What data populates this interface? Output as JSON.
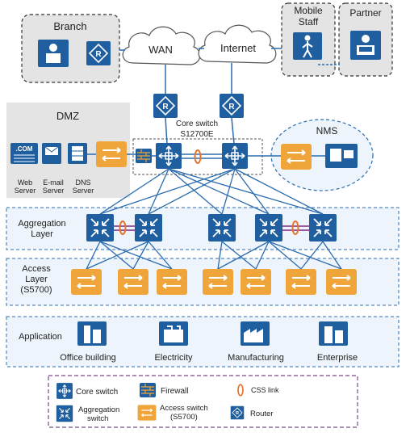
{
  "zones": {
    "branch": "Branch",
    "mobile_staff_line1": "Mobile",
    "mobile_staff_line2": "Staff",
    "partner": "Partner",
    "wan": "WAN",
    "internet": "Internet",
    "dmz": "DMZ",
    "nms": "NMS"
  },
  "core": {
    "label_line1": "Core switch",
    "label_line2": "S12700E"
  },
  "dmz_servers": {
    "web_line1": "Web",
    "web_line2": "Server",
    "email_line1": "E-mail",
    "email_line2": "Server",
    "dns_line1": "DNS",
    "dns_line2": "Server",
    "web_icon_text": ".COM"
  },
  "layers": {
    "aggregation_line1": "Aggregation",
    "aggregation_line2": "Layer",
    "access_line1": "Access",
    "access_line2": "Layer",
    "access_line3": "(S5700)",
    "application": "Application"
  },
  "applications": [
    {
      "label": "Office building"
    },
    {
      "label": "Electricity"
    },
    {
      "label": "Manufacturing"
    },
    {
      "label": "Enterprise"
    }
  ],
  "legend": {
    "core_switch": "Core switch",
    "firewall": "Firewall",
    "css_link": "CSS link",
    "aggregation_line1": "Aggregation",
    "aggregation_line2": "switch",
    "access_line1": "Access switch",
    "access_line2": "(S5700)",
    "router": "Router"
  },
  "colors": {
    "device_blue": "#1f5fa0",
    "switch_orange": "#f0a53a",
    "link_blue": "#2b6cb0",
    "css_orange": "#e8742c",
    "zone_gray": "#e4e4e4",
    "layer_fill": "#eef4fb",
    "legend_border": "#7a4a8c"
  }
}
